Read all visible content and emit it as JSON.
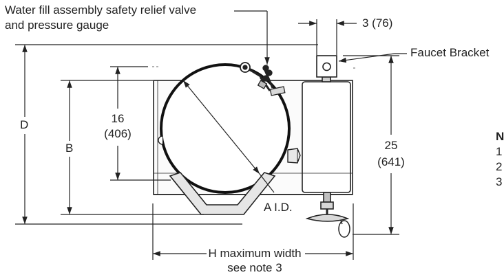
{
  "callouts": {
    "valve_line1": "Water fill assembly safety relief valve",
    "valve_line2": "and pressure gauge",
    "bracket_offset": "3 (76)",
    "faucet_bracket": "Faucet Bracket"
  },
  "dimensions": {
    "d": "D",
    "b": "B",
    "inner_height": "16",
    "inner_height_mm": "(406)",
    "overall_height": "25",
    "overall_height_mm": "(641)",
    "inner_diameter": "A I.D.",
    "width_line1": "H maximum width",
    "width_line2": "see note 3"
  },
  "notes": {
    "heading": "N",
    "items": [
      "1",
      "2",
      "3"
    ]
  },
  "colors": {
    "line": "#222222",
    "fill_light": "#e8e8e8",
    "fill_mid": "#c8c8c8"
  }
}
